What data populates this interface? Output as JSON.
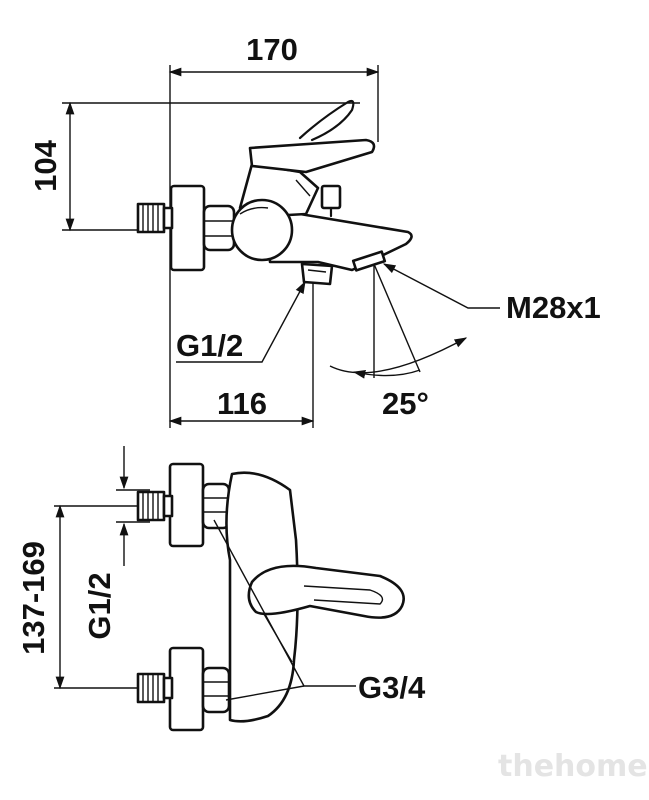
{
  "top_view": {
    "width_label": "170",
    "height_label": "104",
    "inlet_thread_label": "G1/2",
    "outlet_offset_label": "116",
    "aerator_thread_label": "M28x1",
    "swivel_angle_label": "25°"
  },
  "front_view": {
    "connection_range_label": "137-169",
    "inlet_thread_label": "G1/2",
    "hose_thread_label": "G3/4"
  },
  "watermark": "thehome"
}
